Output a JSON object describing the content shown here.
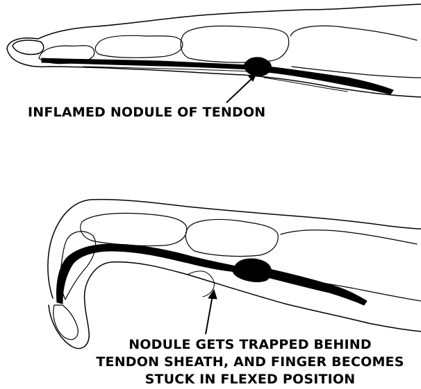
{
  "captions": {
    "top": "INFLAMED NODULE OF TENDON",
    "bottom_line1": "NODULE GETS TRAPPED BEHIND",
    "bottom_line2": "TENDON SHEATH, AND FINGER BECOMES",
    "bottom_line3": "STUCK IN FLEXED POSITION"
  },
  "colors": {
    "ink": "#000000",
    "background": "#ffffff"
  }
}
